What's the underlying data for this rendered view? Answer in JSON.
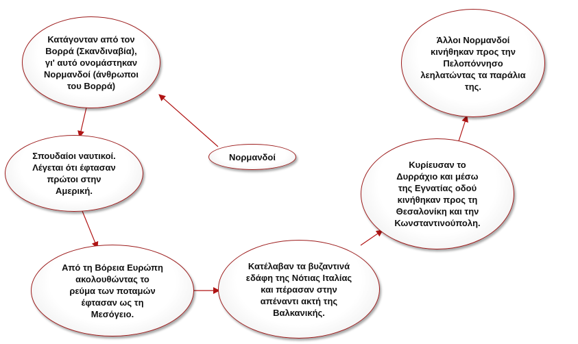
{
  "colors": {
    "border": "#9c1a1a",
    "arrow": "#b01414",
    "text": "#111111"
  },
  "nodes": {
    "n1": "Κατάγονταν από τον\nΒορρά (Σκανδιναβία),\nγι' αυτό ονομάστηκαν\nΝορμανδοί (άνθρωποι\nτου Βορρά)",
    "center": "Νορμανδοί",
    "n2": "Σπουδαίοι ναυτικοί.\nΛέγεται ότι έφτασαν\nπρώτοι στην\nΑμερική.",
    "n3": "Από τη Βόρεια Ευρώπη\nακολουθώντας το\nρεύμα των ποταμών\nέφτασαν ως τη\nΜεσόγειο.",
    "n4": "Κατέλαβαν τα βυζαντινά\nεδάφη της Νότιας Ιταλίας\nκαι πέρασαν στην\nαπέναντι ακτή της\nΒαλκανικής.",
    "n5": "Κυρίευσαν το\nΔυρράχιο και μέσω\nτης Εγνατίας οδού\nκινήθηκαν προς τη\nΘεσαλονίκη και την\nΚωνσταντινούπολη.",
    "n6": "Άλλοι Νορμανδοί\nκινήθηκαν προς την\nΠελοπόννησο\nλεηλατώντας τα παράλια\nτης."
  }
}
